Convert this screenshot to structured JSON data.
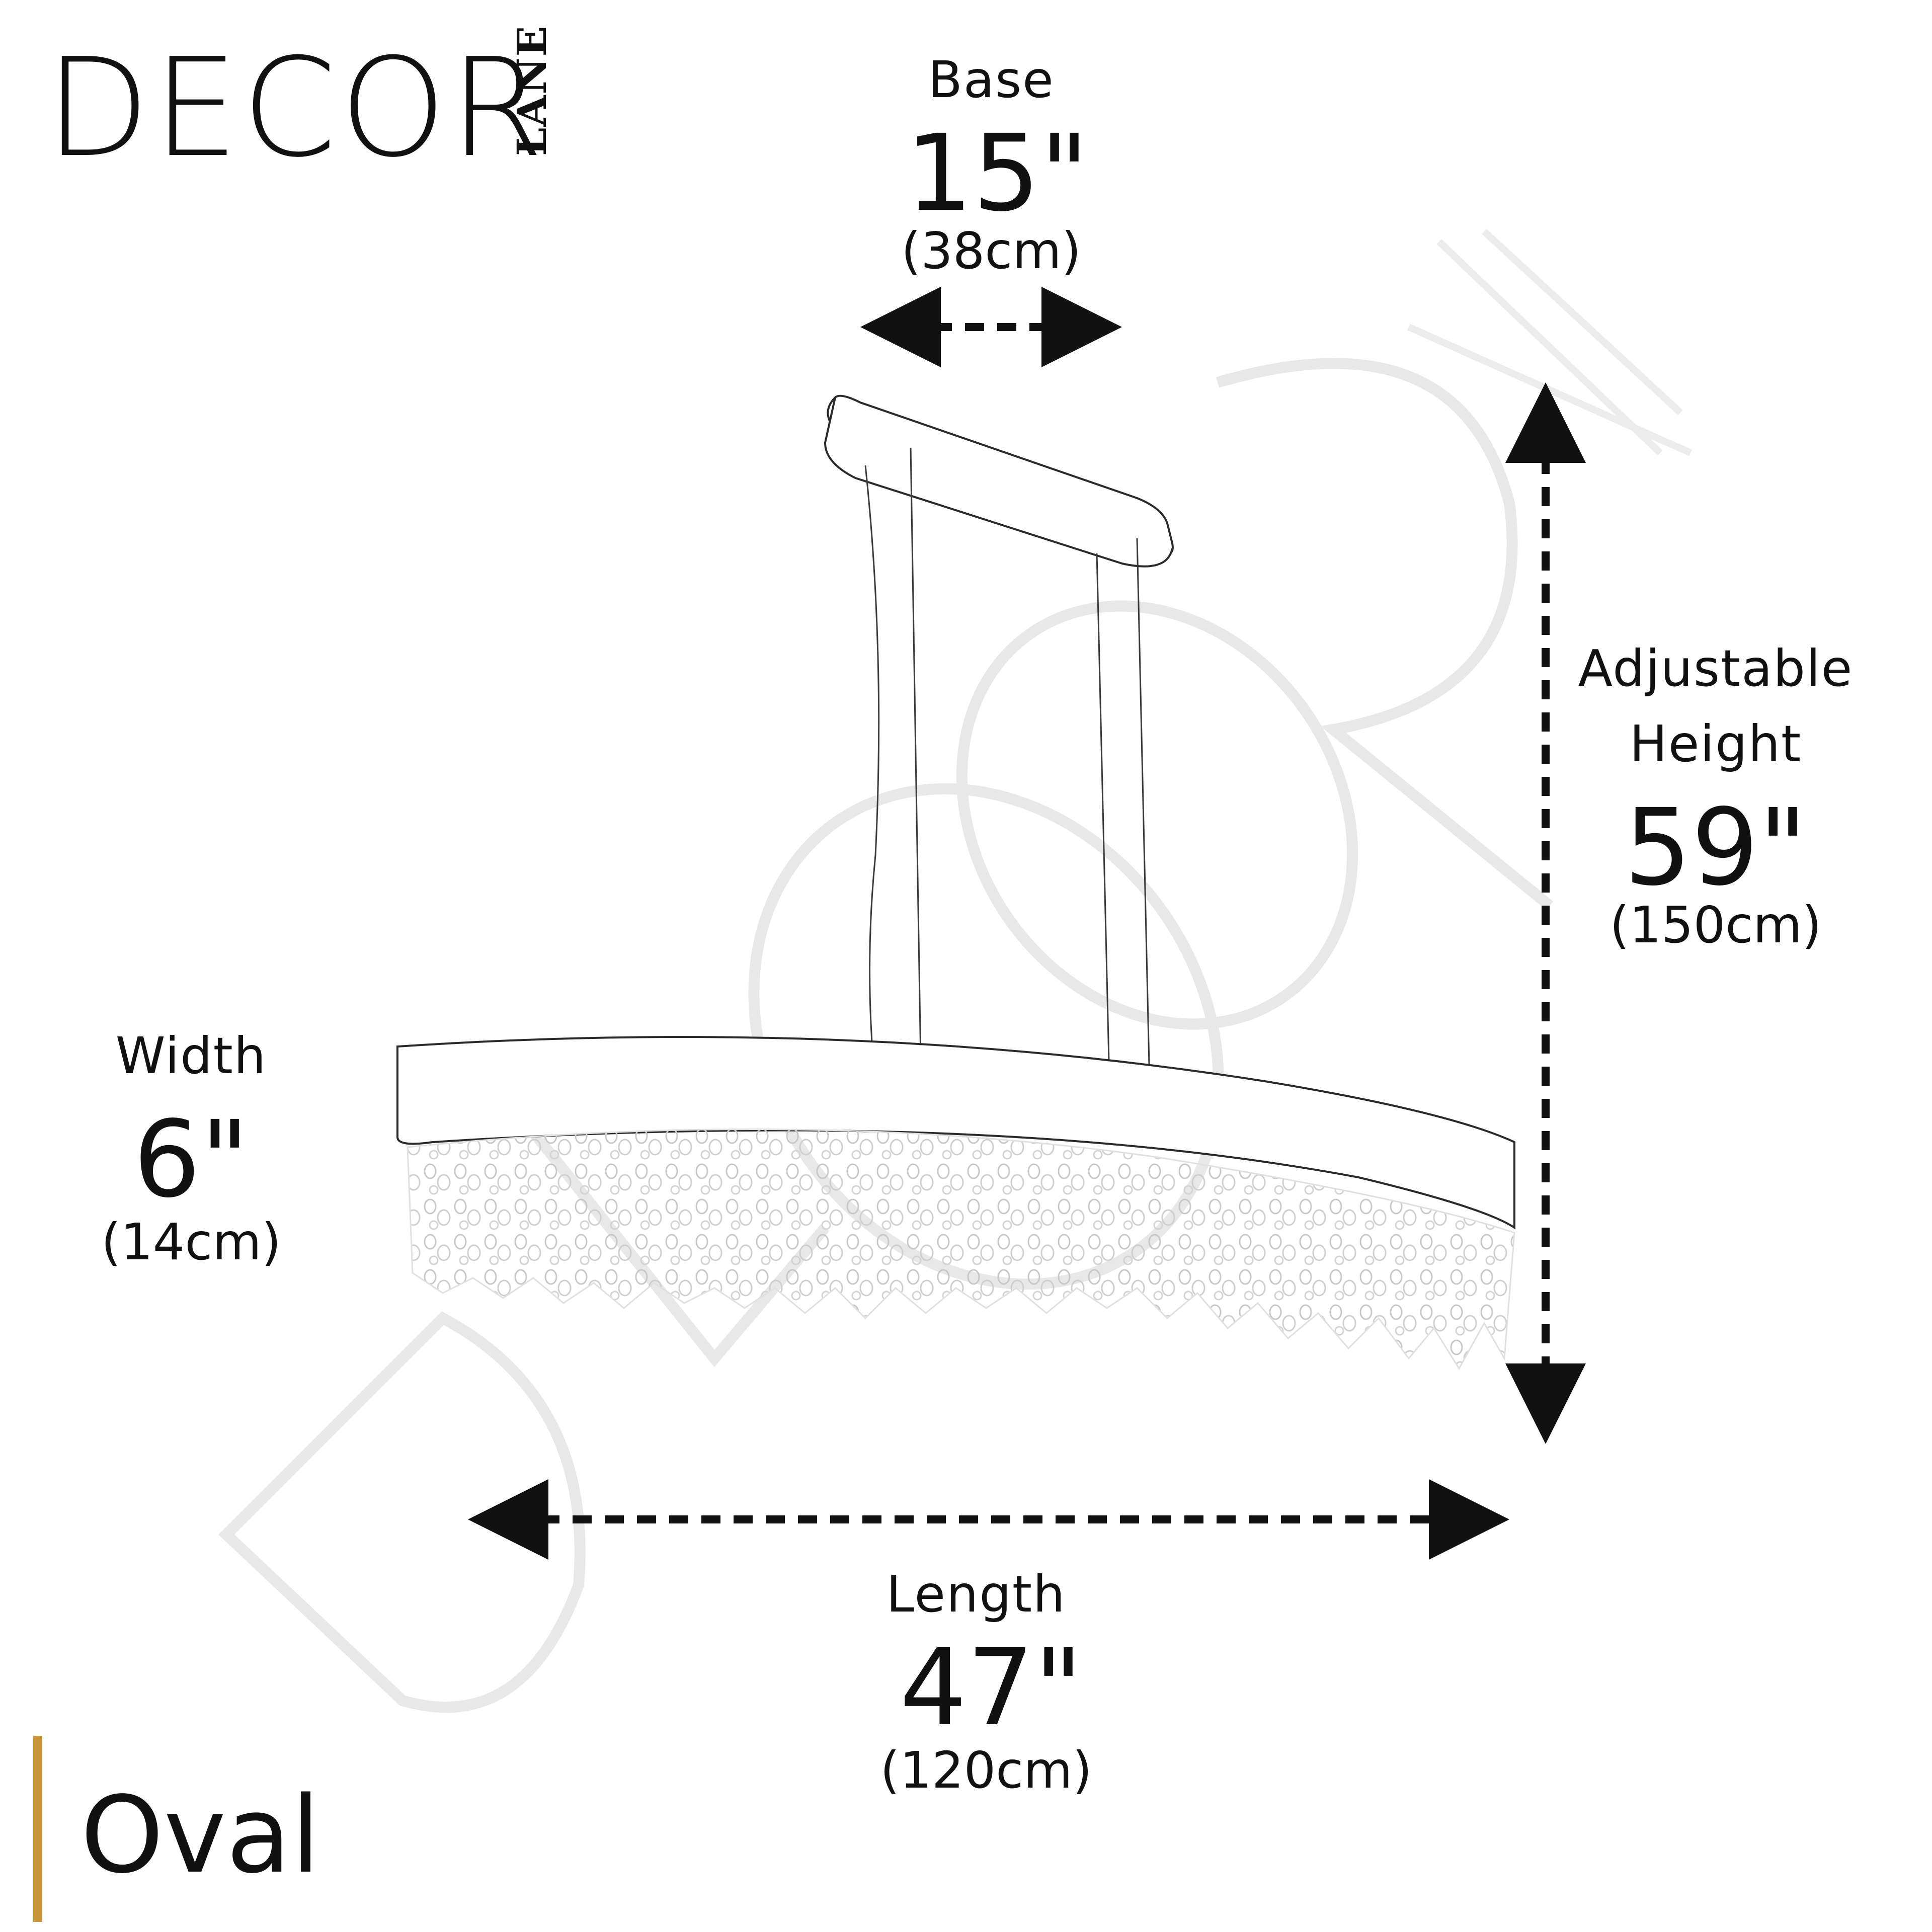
{
  "brand": {
    "name": "DECOR",
    "sub": "LANE"
  },
  "shape": {
    "label": "Oval",
    "accent_color": "#C9963A"
  },
  "dimensions": {
    "base": {
      "title": "Base",
      "value": "15\"",
      "metric": "(38cm)"
    },
    "height": {
      "title_line1": "Adjustable",
      "title_line2": "Height",
      "value": "59\"",
      "metric": "(150cm)"
    },
    "width": {
      "title": "Width",
      "value": "6\"",
      "metric": "(14cm)"
    },
    "length": {
      "title": "Length",
      "value": "47\"",
      "metric": "(120cm)"
    }
  },
  "watermark": {
    "text": "DECOR",
    "sub": "LANE",
    "color": "#e6e6e6"
  },
  "line_color": "#111111"
}
